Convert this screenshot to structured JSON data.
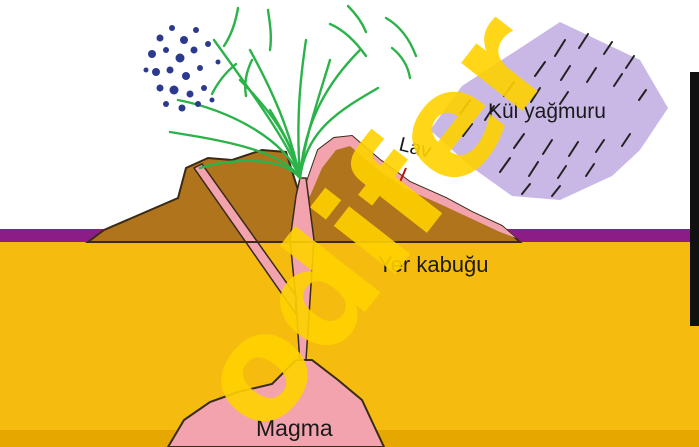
{
  "labels": {
    "ash_rain": "Kül yağmuru",
    "lava": "Lav",
    "crust": "Yer kabuğu",
    "magma": "Magma"
  },
  "watermark": {
    "text": "odifer",
    "color": "#ffd200"
  },
  "colors": {
    "ground": "#f5bc0f",
    "ground_dark": "#e0a800",
    "volcano": "#b0741d",
    "magma": "#f2a3ad",
    "surface_strip": "#8c1d86",
    "ash_cloud": "#c9b8e6",
    "gas_lines": "#2bb34a",
    "ash_dots": "#2b3a8f"
  }
}
